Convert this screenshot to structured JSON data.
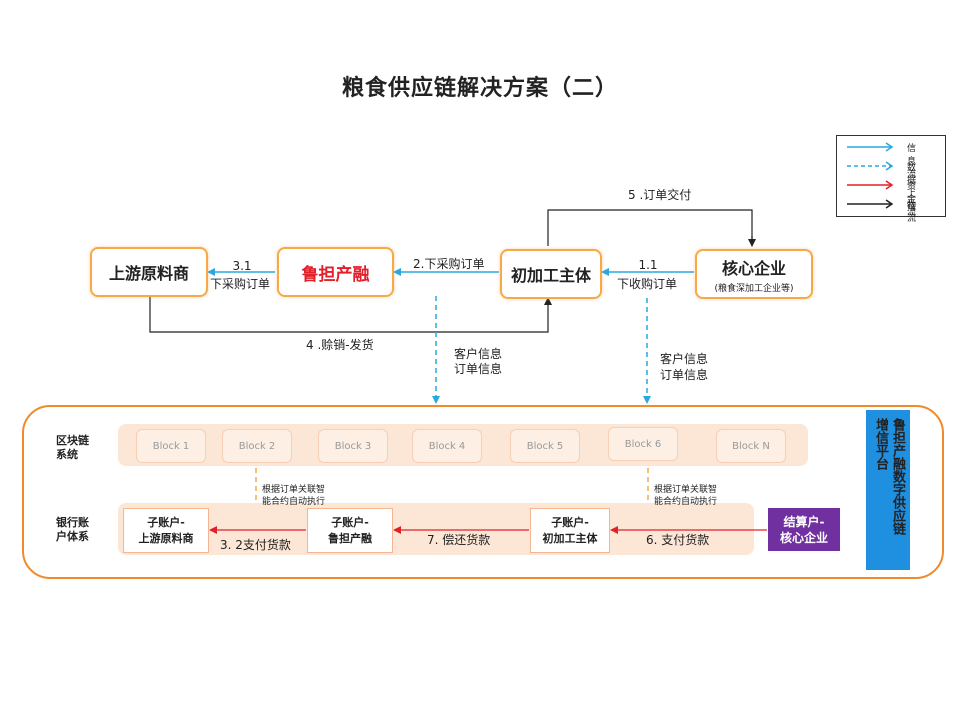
{
  "title": "粮食供应链解决方案（二）",
  "legend": [
    {
      "label": "信息流",
      "color": "#29a8e0",
      "style": "solid"
    },
    {
      "label": "数据上链",
      "color": "#29a8e0",
      "style": "dashed"
    },
    {
      "label": "资金流",
      "color": "#e3202a",
      "style": "solid"
    },
    {
      "label": "物流",
      "color": "#222222",
      "style": "solid"
    }
  ],
  "nodes": {
    "upstream": "上游原料商",
    "ludan": "鲁担产融",
    "processor": "初加工主体",
    "core_title": "核心企业",
    "core_sub": "(粮食深加工企业等)"
  },
  "flows": {
    "f31_num": "3.1",
    "f31_text": "下采购订单",
    "f2": "2.下采购订单",
    "f11_num": "1.1",
    "f11_text": "下收购订单",
    "f5": "5 .订单交付",
    "f4": "4 .赊销-发货",
    "info_left_1": "客户信息",
    "info_left_2": "订单信息",
    "info_right_1": "客户信息",
    "info_right_2": "订单信息"
  },
  "platform": {
    "blockchain_label_1": "区块链",
    "blockchain_label_2": "系统",
    "bank_label_1": "银行账",
    "bank_label_2": "户体系",
    "blocks": [
      "Block 1",
      "Block 2",
      "Block 3",
      "Block 4",
      "Block 5",
      "Block 6",
      "Block N"
    ],
    "smart_left_1": "根据订单关联智",
    "smart_left_2": "能合约自动执行",
    "smart_right_1": "根据订单关联智",
    "smart_right_2": "能合约自动执行",
    "acct_upstream_1": "子账户-",
    "acct_upstream_2": "上游原料商",
    "acct_ludan_1": "子账户-",
    "acct_ludan_2": "鲁担产融",
    "acct_processor_1": "子账户-",
    "acct_processor_2": "初加工主体",
    "settle_1": "结算户-",
    "settle_2": "核心企业",
    "pay32": "3. 2支付货款",
    "repay7": "7. 偿还货款",
    "pay6": "6. 支付货款",
    "side_col1": "鲁担产融数字供应链",
    "side_col2": "增信平台"
  }
}
